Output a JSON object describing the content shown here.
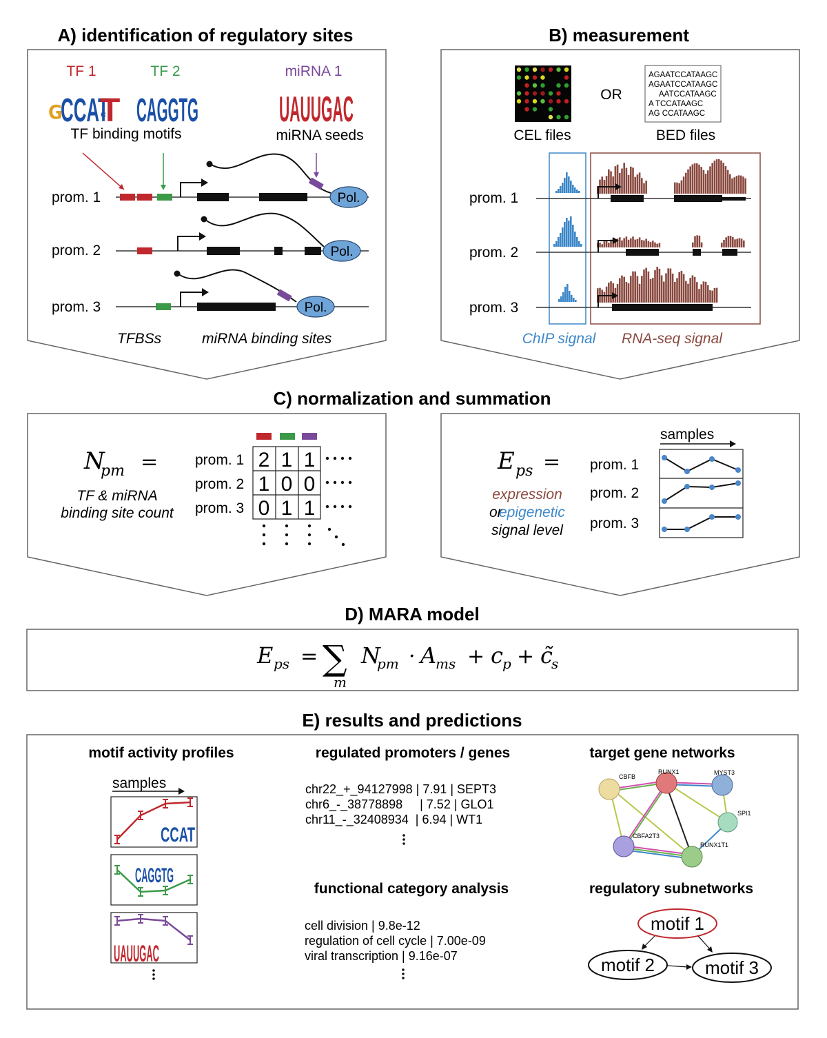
{
  "panels": {
    "a": {
      "title": "A) identification of regulatory sites",
      "tf1_label": "TF 1",
      "tf1_logo": "CCAT",
      "tf2_label": "TF 2",
      "tf2_logo": "CAGGTG",
      "mirna_label": "miRNA 1",
      "mirna_logo": "UAUUGAC",
      "motifs_caption": "TF binding motifs",
      "seeds_caption": "miRNA seeds",
      "promoters": [
        "prom. 1",
        "prom. 2",
        "prom. 3"
      ],
      "pol_label": "Pol.",
      "tfbs_caption": "TFBSs",
      "mirna_sites_caption": "miRNA binding sites"
    },
    "b": {
      "title": "B) measurement",
      "or_label": "OR",
      "cel_caption": "CEL files",
      "bed_caption": "BED files",
      "bed_lines": [
        "AGAATCCATAAGC",
        "AGAATCCATAAGC",
        "AATCCATAAGC",
        "A    TCCATAAGC",
        "AG     CCATAAGC"
      ],
      "promoters": [
        "prom. 1",
        "prom. 2",
        "prom. 3"
      ],
      "chip_caption": "ChIP signal",
      "rnaseq_caption": "RNA-seq signal"
    },
    "c": {
      "title": "C) normalization and  summation",
      "npm_symbol": "N",
      "npm_subscript": "pm",
      "npm_eq": "=",
      "npm_caption_1": "TF & miRNA",
      "npm_caption_2": "binding site count",
      "promoters": [
        "prom. 1",
        "prom. 2",
        "prom. 3"
      ],
      "matrix": [
        [
          "2",
          "1",
          "1"
        ],
        [
          "1",
          "0",
          "0"
        ],
        [
          "0",
          "1",
          "1"
        ]
      ],
      "eps_symbol": "E",
      "eps_subscript": "ps",
      "eps_eq": "=",
      "expression_word": "expression",
      "or_word": "or",
      "epigenetic_word": "epigenetic",
      "signal_level": "signal level",
      "samples_label": "samples"
    },
    "d": {
      "title": "D) MARA model",
      "eq_lhs": "E",
      "eq_lhs_sub": "ps",
      "eq_equals": "=",
      "eq_sum": "∑",
      "eq_sum_index": "m",
      "eq_n": "N",
      "eq_n_sub": "pm",
      "eq_dot": "·",
      "eq_a": "A",
      "eq_a_sub": "ms",
      "eq_plus1": "+",
      "eq_c": "c",
      "eq_c_sub": "p",
      "eq_plus2": "+",
      "eq_ct": "c̃",
      "eq_ct_sub": "s"
    },
    "e": {
      "title": "E) results and predictions",
      "motif_profiles_title": "motif activity profiles",
      "samples_label": "samples",
      "regulated_title": "regulated promoters / genes",
      "regulated_rows": [
        "chr22_+_94127998 | 7.91 | SEPT3",
        "chr6_-_38778898     | 7.52 | GLO1",
        "chr11_-_32408934  | 6.94 | WT1"
      ],
      "functional_title": "functional category analysis",
      "functional_rows": [
        "cell division | 9.8e-12",
        "regulation of cell cycle | 7.00e-09",
        "viral transcription | 9.16e-07"
      ],
      "network_title": "target gene networks",
      "network_nodes": [
        "CBFB",
        "RUNX1",
        "MYST3",
        "SPI1",
        "CBFA2T3",
        "RUNX1T1"
      ],
      "subnet_title": "regulatory subnetworks",
      "subnet_nodes": [
        "motif 1",
        "motif 2",
        "motif 3"
      ]
    }
  },
  "colors": {
    "tf1": "#c0282d",
    "tf2": "#3a9a48",
    "mirna": "#7a4a9a",
    "chip": "#3c87c8",
    "rnaseq": "#8a4a40",
    "pol": "#6fa4d8"
  }
}
